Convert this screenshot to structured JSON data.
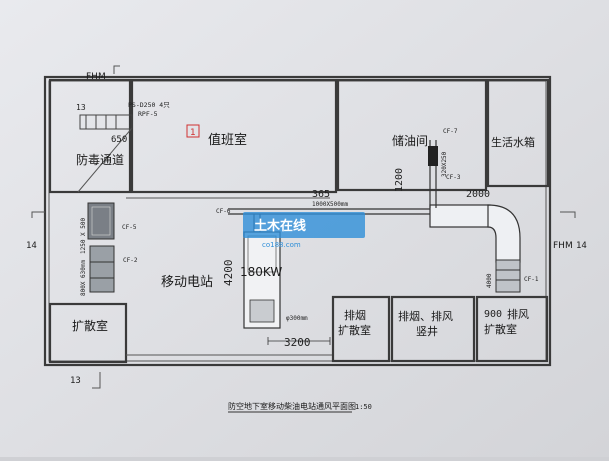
{
  "drawing": {
    "title": "防空地下室移动柴油电站通风平面图",
    "scale": "1:50",
    "watermark_text": "土木在线",
    "watermark_url": "co188.com"
  },
  "rooms": {
    "duty_room": "值班室",
    "fuel_room": "储油间",
    "water_tank": "生活水箱",
    "gas_passage": "防毒通道",
    "power_station": "移动电站",
    "expansion_left": "扩散室",
    "smoke_expansion": "排烟\n扩散室",
    "smoke_shaft": "排烟、排风\n竖井",
    "exhaust_expansion": "排风\n扩散室"
  },
  "labels": {
    "duty_marker": "1",
    "door_top": "FHM",
    "door_right": "FHM",
    "axis_13_top": "13",
    "axis_13_bottom": "13",
    "axis_14_left": "14",
    "axis_14_right": "14",
    "valve_ps": "PS-D250  4只",
    "valve_rpf": "RPF-5",
    "dim_650": "650",
    "dim_365": "365",
    "dim_1200": "1200",
    "dim_2000": "2000",
    "dim_4200": "4200",
    "dim_3200": "3200",
    "dim_900": "900",
    "dim_300": "φ300mm",
    "cf5": "CF-5",
    "cf2": "CF-2",
    "cf6": "CF-6",
    "cf7": "CF-7",
    "cf3": "CF-3",
    "cf1": "CF-1",
    "power_rating": "180KW",
    "duct_1000_500": "1000X500mm",
    "duct_320_250": "320X250",
    "duct_1250_500": "1250 X 500",
    "duct_800_630": "800X 630mm",
    "duct_4000": "4000"
  }
}
